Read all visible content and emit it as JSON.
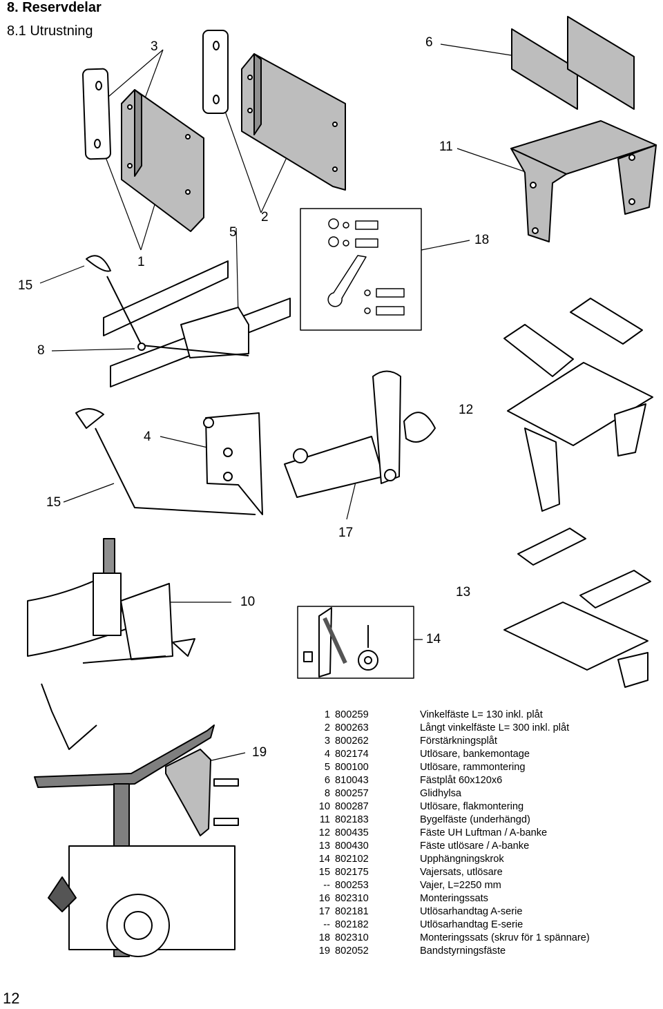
{
  "header": {
    "chapter": "8. Reservdelar",
    "section": "8.1  Utrustning"
  },
  "callouts": [
    "3",
    "6",
    "11",
    "2",
    "5",
    "18",
    "1",
    "15",
    "8",
    "12",
    "4",
    "15",
    "17",
    "10",
    "13",
    "14",
    "19"
  ],
  "parts_list": [
    {
      "pos": "1",
      "number": "800259",
      "description": "Vinkelfäste L= 130 inkl. plåt"
    },
    {
      "pos": "2",
      "number": "800263",
      "description": "Långt vinkelfäste L= 300 inkl. plåt"
    },
    {
      "pos": "3",
      "number": "800262",
      "description": "Förstärkningsplåt"
    },
    {
      "pos": "4",
      "number": "802174",
      "description": "Utlösare, bankemontage"
    },
    {
      "pos": "5",
      "number": "800100",
      "description": "Utlösare, rammontering"
    },
    {
      "pos": "6",
      "number": "810043",
      "description": "Fästplåt 60x120x6"
    },
    {
      "pos": "8",
      "number": "800257",
      "description": "Glidhylsa"
    },
    {
      "pos": "10",
      "number": "800287",
      "description": "Utlösare, flakmontering"
    },
    {
      "pos": "11",
      "number": "802183",
      "description": "Bygelfäste  (underhängd)"
    },
    {
      "pos": "12",
      "number": "800435",
      "description": "Fäste UH Luftman / A-banke"
    },
    {
      "pos": "13",
      "number": "800430",
      "description": "Fäste utlösare / A-banke"
    },
    {
      "pos": "14",
      "number": "802102",
      "description": "Upphängningskrok"
    },
    {
      "pos": "15",
      "number": "802175",
      "description": "Vajersats, utlösare"
    },
    {
      "pos": "--",
      "number": "800253",
      "description": "Vajer, L=2250 mm"
    },
    {
      "pos": "16",
      "number": "802310",
      "description": "Monteringssats"
    },
    {
      "pos": "17",
      "number": "802181",
      "description": "Utlösarhandtag A-serie"
    },
    {
      "pos": "--",
      "number": "802182",
      "description": "Utlösarhandtag E-serie"
    },
    {
      "pos": "18",
      "number": "802310",
      "description": "Monteringssats (skruv för 1 spännare)"
    },
    {
      "pos": "19",
      "number": "802052",
      "description": "Bandstyrningsfäste"
    }
  ],
  "page_number": "12",
  "colors": {
    "part_fill": "#bdbdbd",
    "ink": "#000000"
  }
}
